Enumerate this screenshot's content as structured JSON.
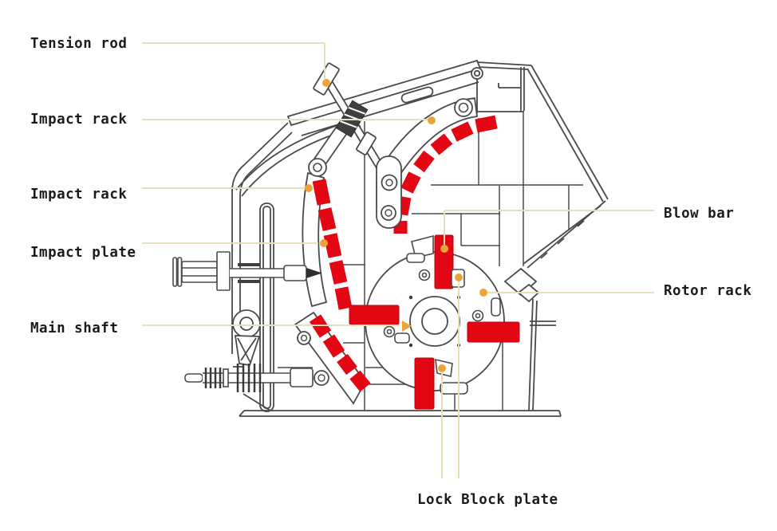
{
  "diagram": {
    "type": "technical-diagram",
    "subject": "Impact crusher cross-section structure diagram",
    "colors": {
      "highlight_red": "#e30613",
      "leader_line": "#e7dfba",
      "leader_dot": "#eca338",
      "linework": "#4a4a4a",
      "text": "#1b1b1b",
      "background": "#ffffff"
    },
    "labels": {
      "tension_rod": "Tension rod",
      "impact_rack_upper": "Impact rack",
      "impact_rack_lower": "Impact rack",
      "impact_plate": "Impact plate",
      "main_shaft": "Main shaft",
      "blow_bar": "Blow bar",
      "rotor_rack": "Rotor rack",
      "lock_block_plate": "Lock Block plate"
    }
  }
}
